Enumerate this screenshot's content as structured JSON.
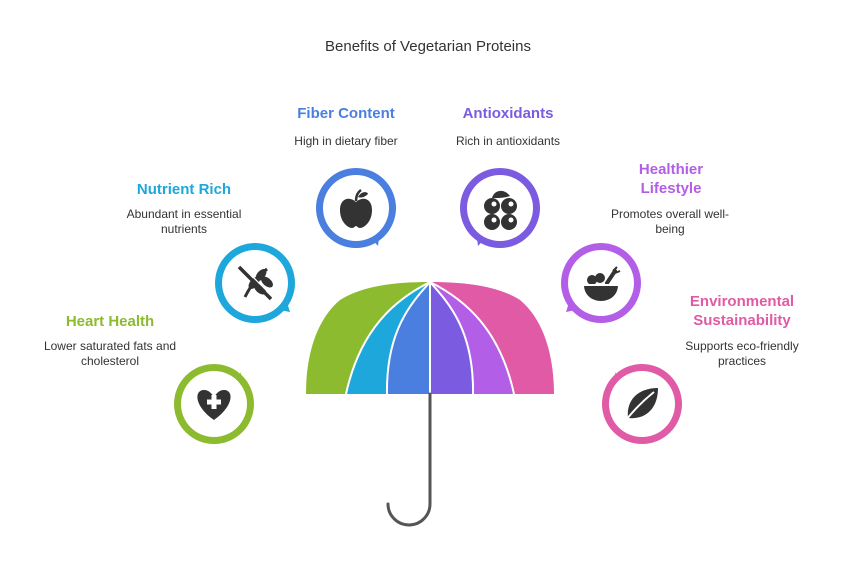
{
  "title": "Benefits of Vegetarian Proteins",
  "benefits": [
    {
      "label": "Heart Health",
      "description": "Lower saturated fats and cholesterol",
      "color": "#8dbb2f",
      "icon": "heart-plus-icon"
    },
    {
      "label": "Nutrient Rich",
      "description": "Abundant in essential nutrients",
      "color": "#1ea7da",
      "icon": "no-wheat-icon"
    },
    {
      "label": "Fiber Content",
      "description": "High in dietary fiber",
      "color": "#4a7fe0",
      "icon": "apple-icon"
    },
    {
      "label": "Antioxidants",
      "description": "Rich in antioxidants",
      "color": "#7b5ce0",
      "icon": "berries-icon"
    },
    {
      "label": "Healthier Lifestyle",
      "description": "Promotes overall well-being",
      "color": "#b35ee6",
      "icon": "salad-bowl-icon"
    },
    {
      "label": "Environmental Sustainability",
      "description": "Supports eco-friendly practices",
      "color": "#e05aa6",
      "icon": "leaf-icon"
    }
  ],
  "umbrella": {
    "handle_color": "#555555",
    "rib_color": "#ffffff"
  }
}
